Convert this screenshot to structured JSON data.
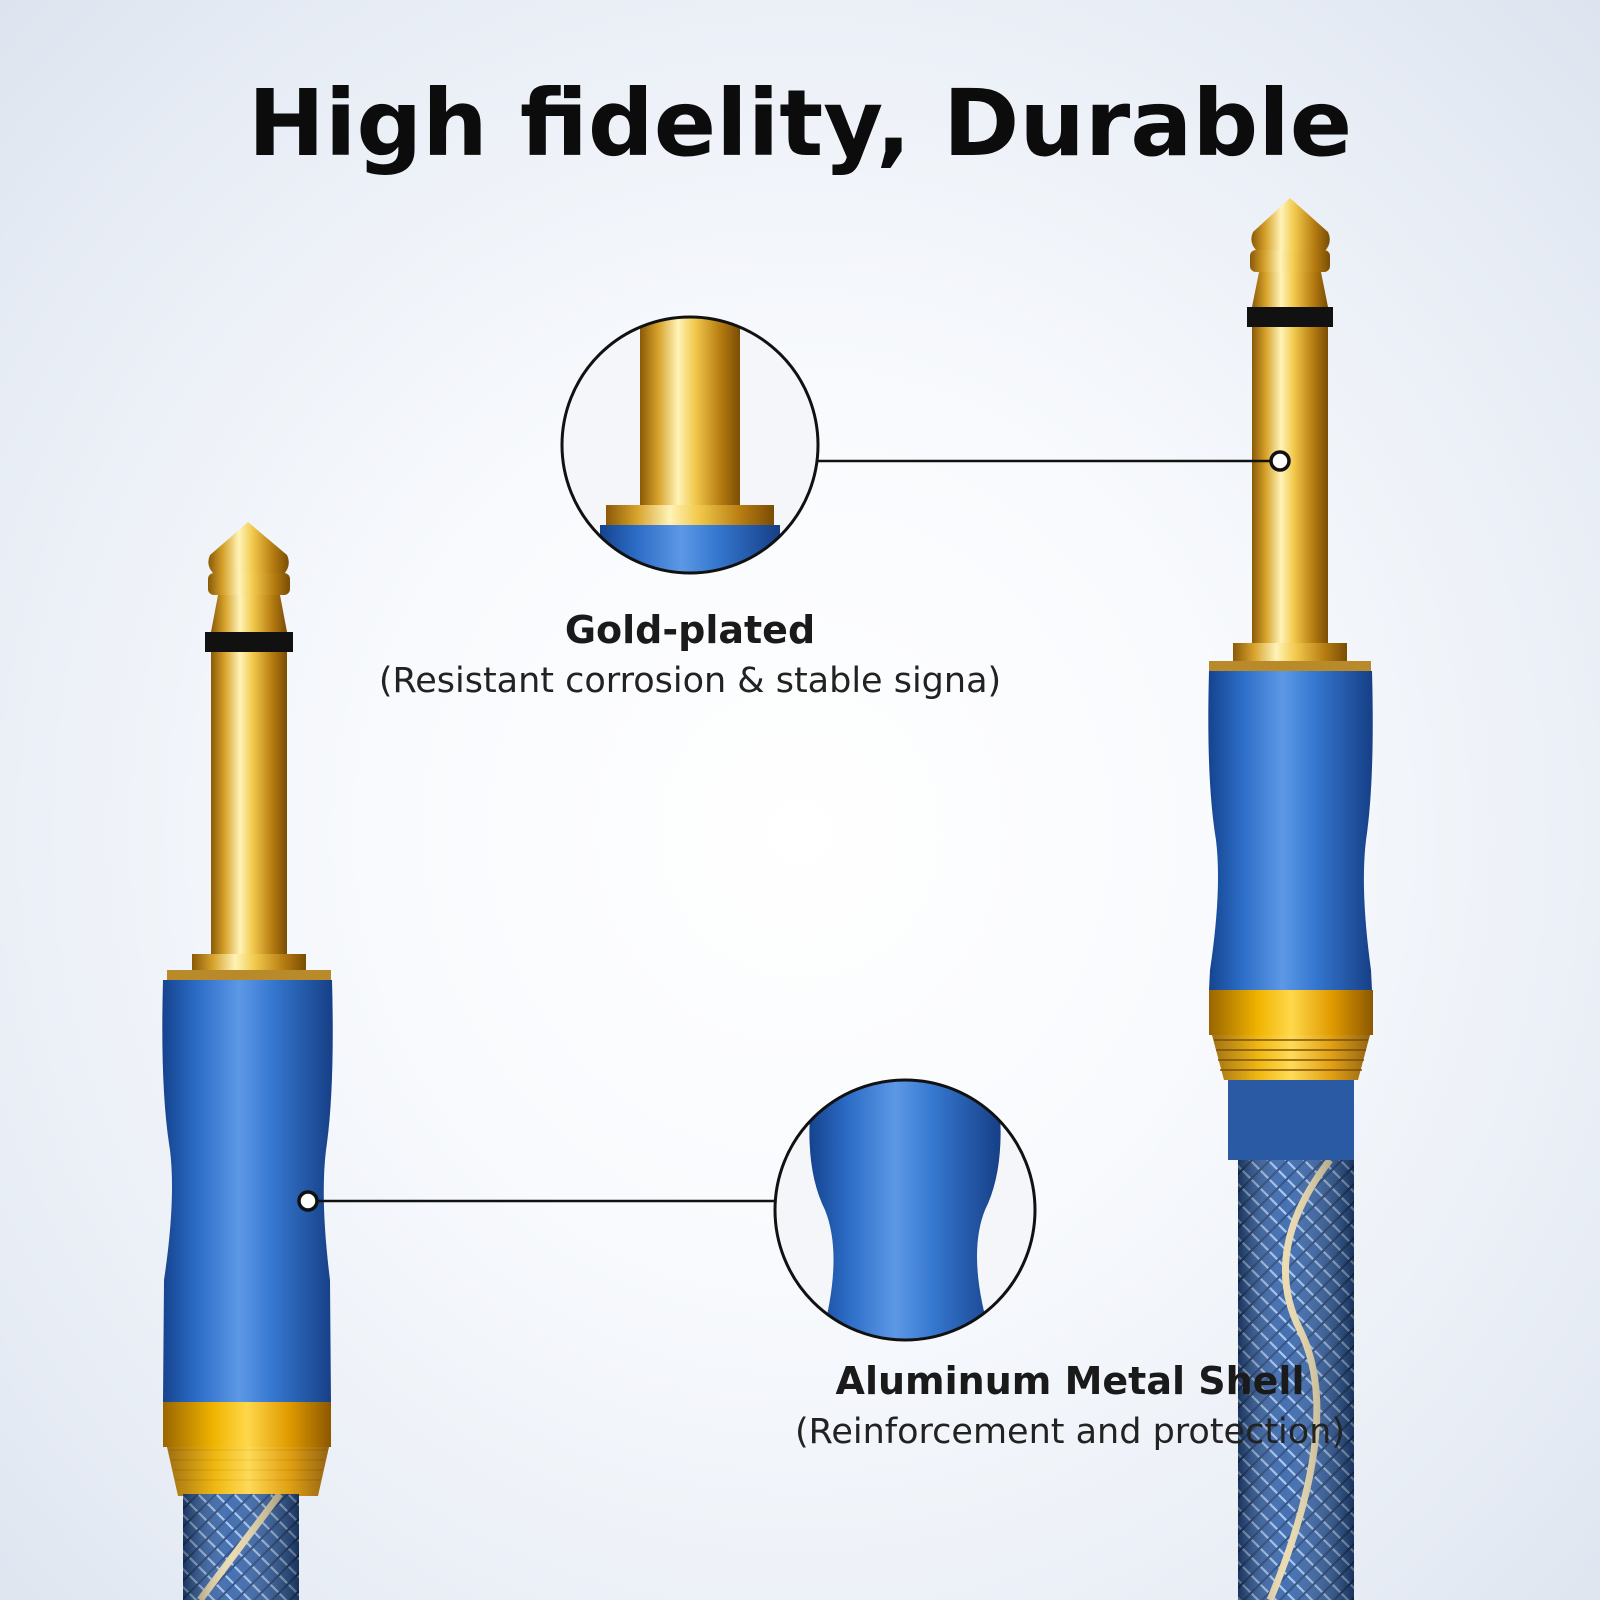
{
  "title": "High fidelity, Durable",
  "callouts": {
    "gold": {
      "heading": "Gold-plated",
      "description": "(Resistant corrosion & stable signa)"
    },
    "shell": {
      "heading": "Aluminum Metal Shell",
      "description": "(Reinforcement and protection)"
    }
  },
  "colors": {
    "gold": "#d9a21e",
    "blue": "#2a67c0",
    "ink": "#0c0c0c"
  }
}
